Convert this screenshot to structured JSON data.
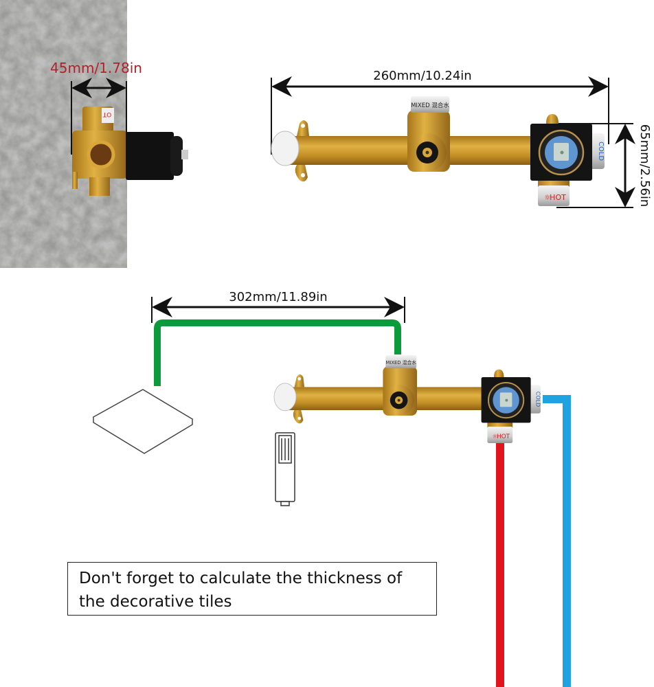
{
  "dimensions": {
    "depth": "45mm/1.78in",
    "length": "260mm/10.24in",
    "height": "65mm/2.56in",
    "outlet_distance": "302mm/11.89in"
  },
  "valve_labels": {
    "mixed": "MIXED 混合水",
    "cold": "COLD",
    "hot": "HOT",
    "side_hot": "OT"
  },
  "note": "Don't forget to calculate the thickness of the decorative tiles",
  "colors": {
    "brass": "#c9962a",
    "hot_pipe": "#e3141e",
    "cold_pipe": "#1fa3e0",
    "outlet_pipe": "#0c9a3c",
    "depth_label": "#b3202a"
  }
}
